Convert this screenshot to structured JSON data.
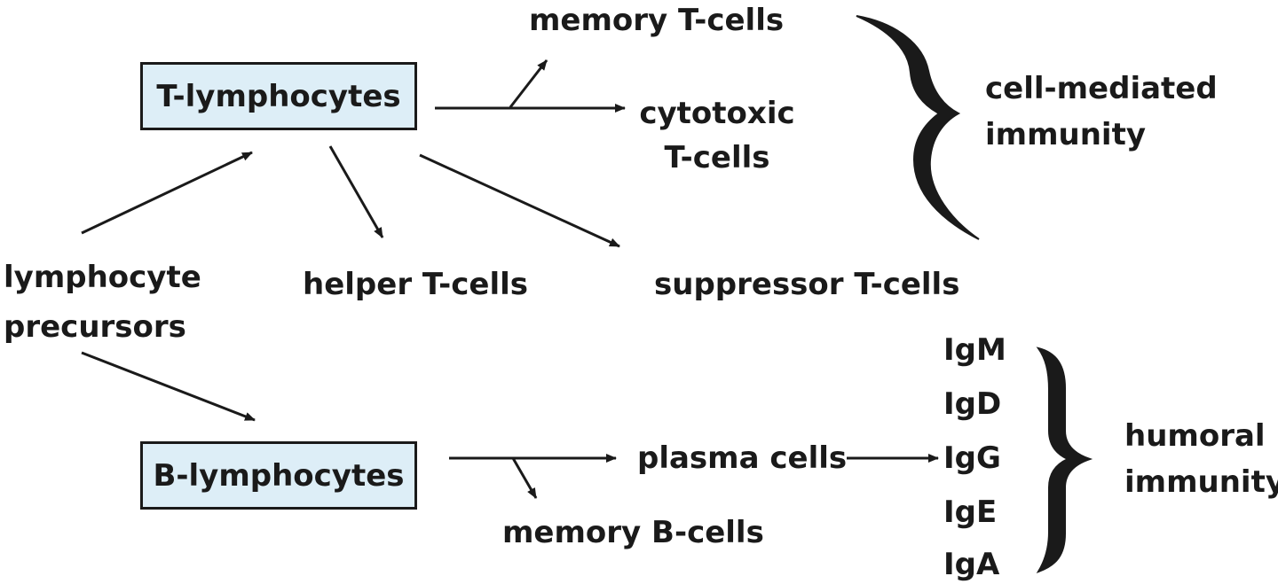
{
  "nodes": {
    "precursors": "lymphocyte\nprecursors",
    "t_lymphocytes": "T-lymphocytes",
    "b_lymphocytes": "B-lymphocytes",
    "memory_t": "memory T-cells",
    "cytotoxic_t": "cytotoxic\nT-cells",
    "helper_t": "helper T-cells",
    "suppressor_t": "suppressor T-cells",
    "plasma": "plasma cells",
    "memory_b": "memory B-cells",
    "antibodies": [
      "IgM",
      "IgD",
      "IgG",
      "IgE",
      "IgA"
    ]
  },
  "groups": {
    "cell_mediated": "cell-mediated\nimmunity",
    "humoral": "humoral\nimmunity"
  },
  "colors": {
    "box_fill": "#ddeef7",
    "ink": "#1a1a1a"
  }
}
